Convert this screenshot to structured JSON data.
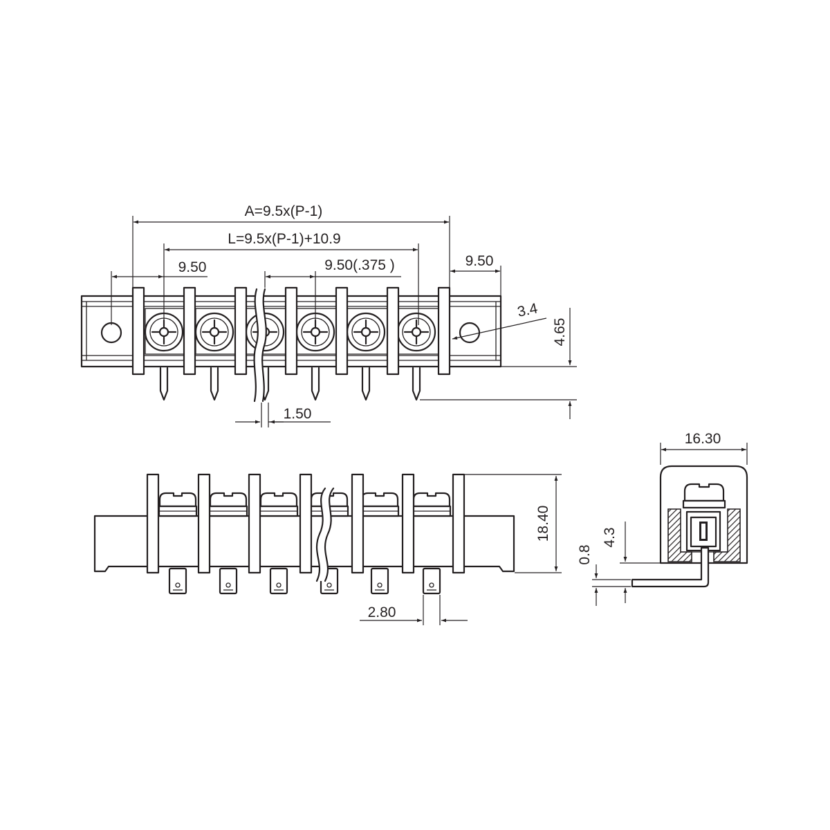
{
  "drawing": {
    "dimensions": {
      "overall_a": "A=9.5x(P-1)",
      "overall_l": "L=9.5x(P-1)+10.9",
      "pitch_left": "9.50",
      "pitch_inch": "9.50(.375 )",
      "pitch_right": "9.50",
      "hole_dia": "3.4",
      "pin_length": "4.65",
      "pin_width": "1.50",
      "body_height": "18.40",
      "pin_pitch_front": "2.80",
      "side_width": "16.30",
      "side_pin_height": "4.3",
      "side_pin_thickness": "0.8"
    }
  }
}
